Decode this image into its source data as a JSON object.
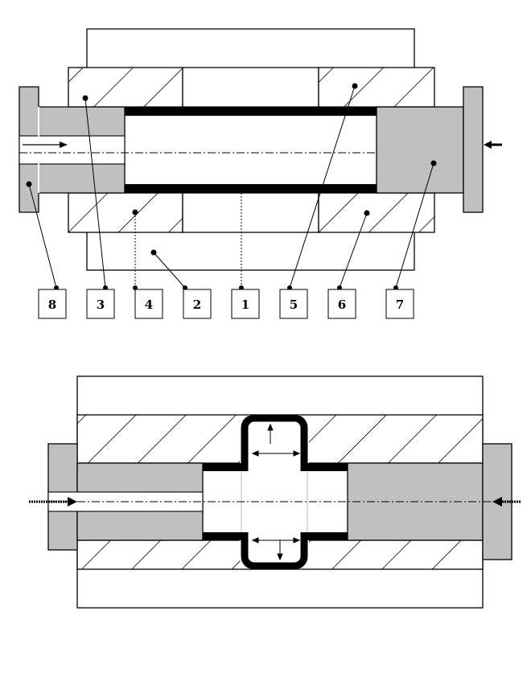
{
  "labels": {
    "l8": "8",
    "l3": "3",
    "l4": "4",
    "l2": "2",
    "l1": "1",
    "l5": "5",
    "l6": "6",
    "l7": "7"
  },
  "colors": {
    "stroke": "#000000",
    "gray": "#c0c0c0",
    "background": "#ffffff",
    "tube": "#000000"
  }
}
